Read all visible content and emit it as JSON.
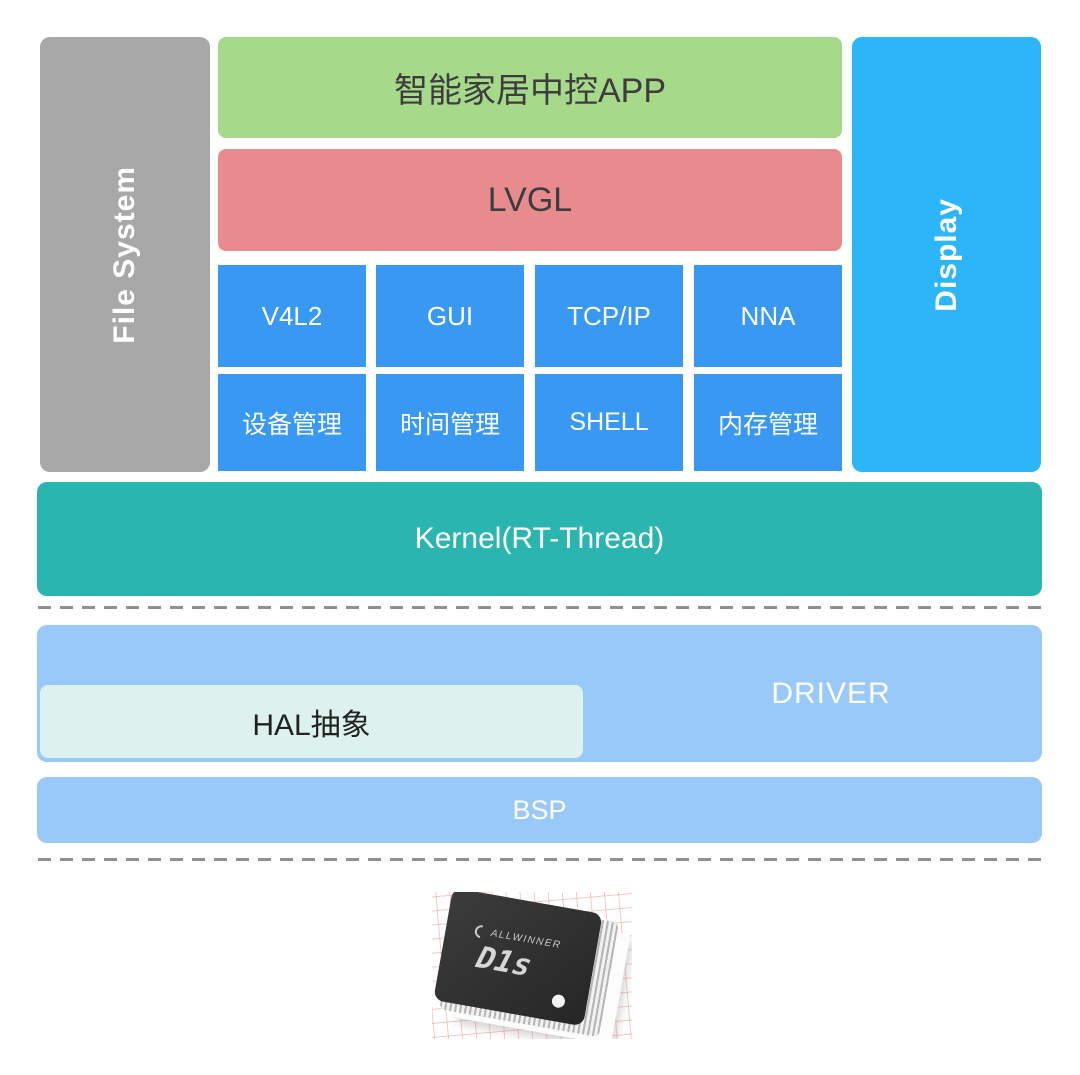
{
  "colors": {
    "file_system": "#a8a8a8",
    "app": "#a6d98a",
    "lvgl": "#e88b8e",
    "middleware": "#3898f2",
    "display": "#2cb5f9",
    "kernel": "#2bb5b1",
    "driver": "#98c9f9",
    "hal": "#ddf1ed",
    "bsp": "#98c9f9",
    "dash": "#909090",
    "dark_text": "#3d3d3d"
  },
  "layers": {
    "file_system": "File System",
    "app": "智能家居中控APP",
    "lvgl": "LVGL",
    "display": "Display",
    "kernel": "Kernel(RT-Thread)",
    "driver": "DRIVER",
    "hal": "HAL抽象",
    "bsp": "BSP",
    "middleware_row1": [
      "V4L2",
      "GUI",
      "TCP/IP",
      "NNA"
    ],
    "middleware_row2": [
      "设备管理",
      "时间管理",
      "SHELL",
      "内存管理"
    ]
  },
  "chip": {
    "brand": "ALLWINNER",
    "model": "D1s"
  }
}
